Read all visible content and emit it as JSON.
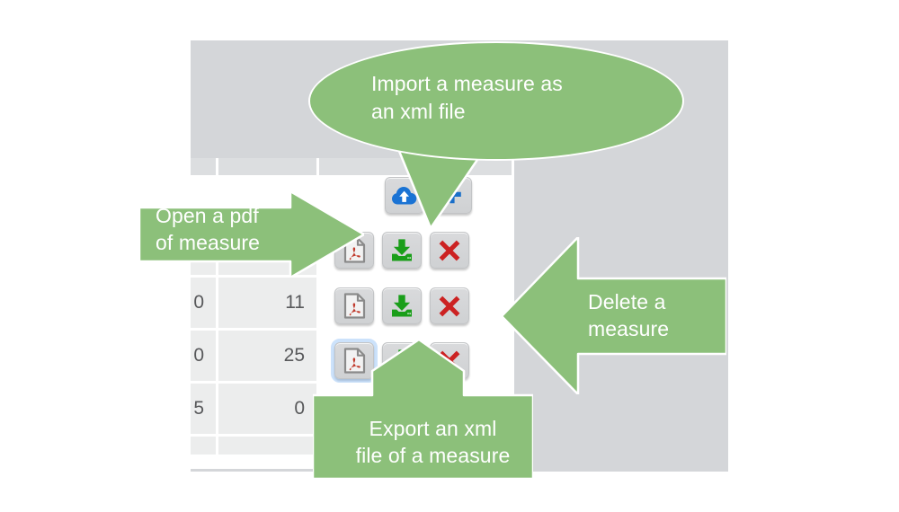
{
  "app": {
    "panel_bg": "#d4d6d9",
    "grid_bg": "#ffffff",
    "cell_bg": "#eceded",
    "cell_text_color": "#58595b",
    "header_cell_bg": "#dcdee0",
    "table": {
      "rows": [
        {
          "visible": false,
          "cells": [
            "",
            "",
            ""
          ],
          "buttons": [
            "cloud-upload",
            "plus"
          ]
        },
        {
          "visible": true,
          "cells": [
            "",
            "",
            ""
          ],
          "buttons": [
            "pdf",
            "download",
            "delete"
          ]
        },
        {
          "visible": true,
          "cells": [
            "0",
            "11",
            ""
          ],
          "buttons": [
            "pdf",
            "download",
            "delete"
          ]
        },
        {
          "visible": true,
          "cells": [
            "0",
            "25",
            ""
          ],
          "buttons": [
            "pdf",
            "download",
            "delete"
          ],
          "focused_button": "pdf"
        },
        {
          "visible": true,
          "cells": [
            "5",
            "0",
            ""
          ],
          "buttons": []
        }
      ]
    },
    "buttons": {
      "cloud_upload": {
        "name": "cloud-upload-icon",
        "color": "#1a73d4"
      },
      "plus": {
        "name": "plus-icon",
        "color": "#1a6fc9"
      },
      "pdf": {
        "name": "pdf-file-icon",
        "color": "#c0392b"
      },
      "download": {
        "name": "download-icon",
        "color": "#1a9e1a"
      },
      "delete": {
        "name": "delete-x-icon",
        "color": "#cc2222"
      }
    }
  },
  "annotations": {
    "accent_green": "#8cc07a",
    "outline": "#ffffff",
    "import": {
      "shape": "speech-balloon",
      "line1": "Import a measure as",
      "line2": "an xml file",
      "points_to": "cloud-upload-icon"
    },
    "open_pdf": {
      "shape": "arrow-right",
      "line1": "Open a pdf",
      "line2": "of measure",
      "points_to": "pdf-file-icon"
    },
    "delete": {
      "shape": "arrow-left",
      "line1": "Delete a",
      "line2": "measure",
      "points_to": "delete-x-icon"
    },
    "export": {
      "shape": "arrow-up",
      "line1": "Export an xml",
      "line2": "file of a measure",
      "points_to": "download-icon"
    }
  }
}
